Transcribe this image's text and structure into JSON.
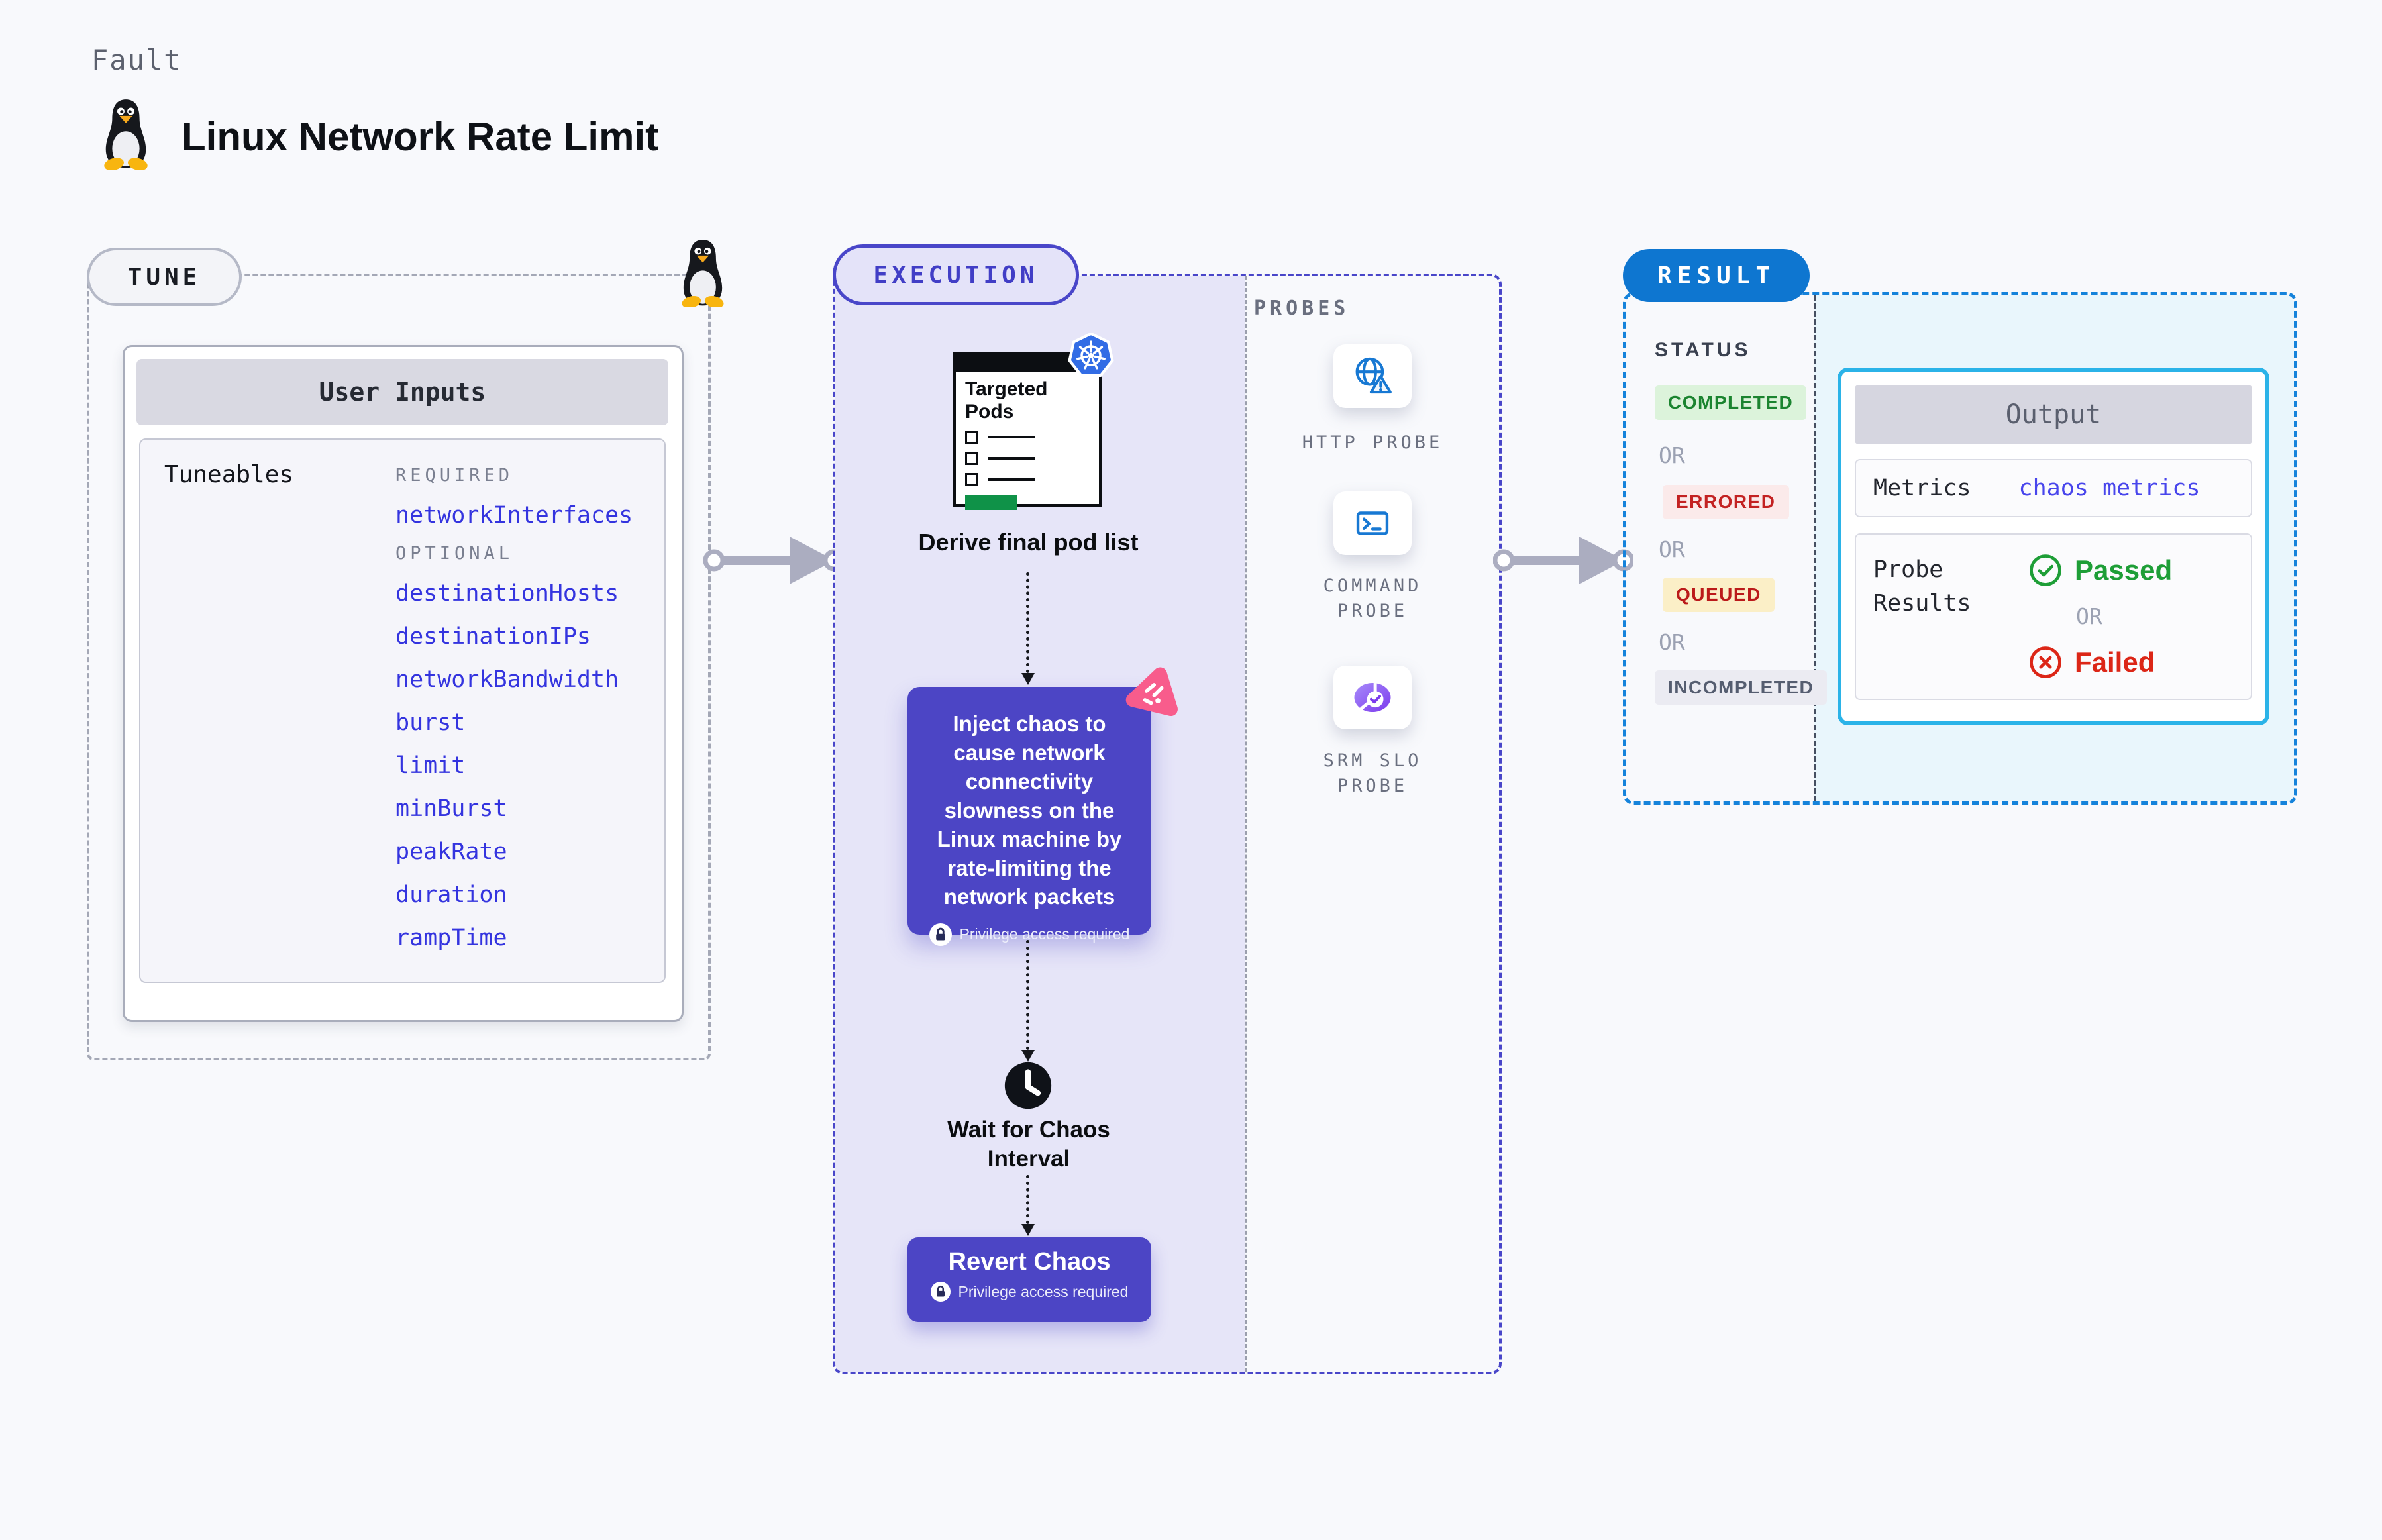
{
  "header": {
    "kind_label": "Fault",
    "title": "Linux Network Rate Limit",
    "icon": "tux-penguin-icon"
  },
  "tune": {
    "section_label": "TUNE",
    "corner_icon": "tux-penguin-icon",
    "card_title": "User Inputs",
    "tuneables_label": "Tuneables",
    "required_label": "REQUIRED",
    "required_items": [
      "networkInterfaces"
    ],
    "optional_label": "OPTIONAL",
    "optional_items": [
      "destinationHosts",
      "destinationIPs",
      "networkBandwidth",
      "burst",
      "limit",
      "minBurst",
      "peakRate",
      "duration",
      "rampTime"
    ],
    "item_color": "#3434DF"
  },
  "execution": {
    "section_label": "EXECUTION",
    "accent_color": "#4946C9",
    "fill_color": "#E6E5F8",
    "targeted_pods": {
      "title": "Targeted Pods",
      "badge_icon": "kubernetes-icon",
      "caption": "Derive final pod list"
    },
    "inject_step": {
      "text": "Inject chaos to cause network connectivity slowness on the Linux machine by rate-limiting the network packets",
      "privilege_note": "Privilege access required",
      "badge_icon": "chaos-pink-icon",
      "color": "#4C45C5"
    },
    "wait_step": {
      "caption": "Wait for Chaos Interval",
      "icon": "clock-icon"
    },
    "revert_step": {
      "title": "Revert Chaos",
      "privilege_note": "Privilege access required",
      "color": "#4C45C5"
    }
  },
  "probes": {
    "section_label": "PROBES",
    "items": [
      {
        "label": "HTTP PROBE",
        "icon": "http-globe-warning-icon"
      },
      {
        "label": "COMMAND PROBE",
        "icon": "command-terminal-icon"
      },
      {
        "label": "SRM SLO PROBE",
        "icon": "srm-slo-donut-icon"
      }
    ]
  },
  "result": {
    "section_label": "RESULT",
    "accent_color": "#0E76D0",
    "status_label": "STATUS",
    "or_label": "OR",
    "statuses": [
      {
        "label": "COMPLETED",
        "text_color": "#1B8430",
        "bg_color": "#DCF3DB"
      },
      {
        "label": "ERRORED",
        "text_color": "#C32222",
        "bg_color": "#FBEAEA"
      },
      {
        "label": "QUEUED",
        "text_color": "#BB1A1A",
        "bg_color": "#FBEFC7"
      },
      {
        "label": "INCOMPLETED",
        "text_color": "#555D70",
        "bg_color": "#EBEBF2"
      }
    ],
    "output": {
      "title": "Output",
      "metrics_label": "Metrics",
      "metrics_value": "chaos metrics",
      "metrics_value_color": "#4845EC",
      "probe_results_label": "Probe Results",
      "passed_label": "Passed",
      "passed_color": "#1E9E37",
      "failed_label": "Failed",
      "failed_color": "#DC2617"
    }
  }
}
